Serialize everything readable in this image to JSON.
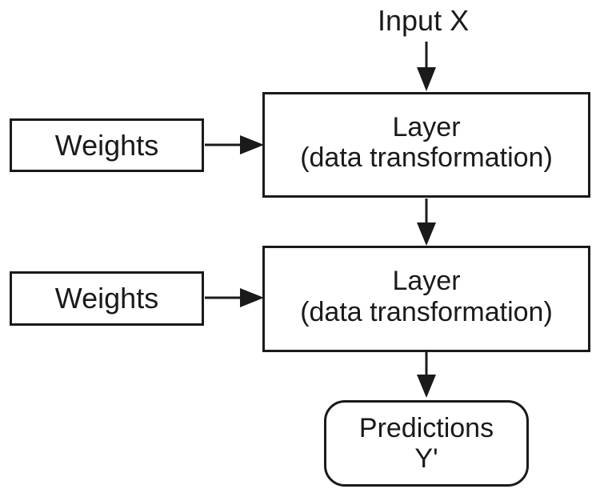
{
  "input": {
    "label": "Input X"
  },
  "layers": [
    {
      "title": "Layer",
      "subtitle": "(data transformation)"
    },
    {
      "title": "Layer",
      "subtitle": "(data transformation)"
    }
  ],
  "weights": [
    {
      "label": "Weights"
    },
    {
      "label": "Weights"
    }
  ],
  "output": {
    "line1": "Predictions",
    "line2": "Y'"
  },
  "colors": {
    "stroke": "#1a1a1a",
    "background": "#ffffff"
  }
}
